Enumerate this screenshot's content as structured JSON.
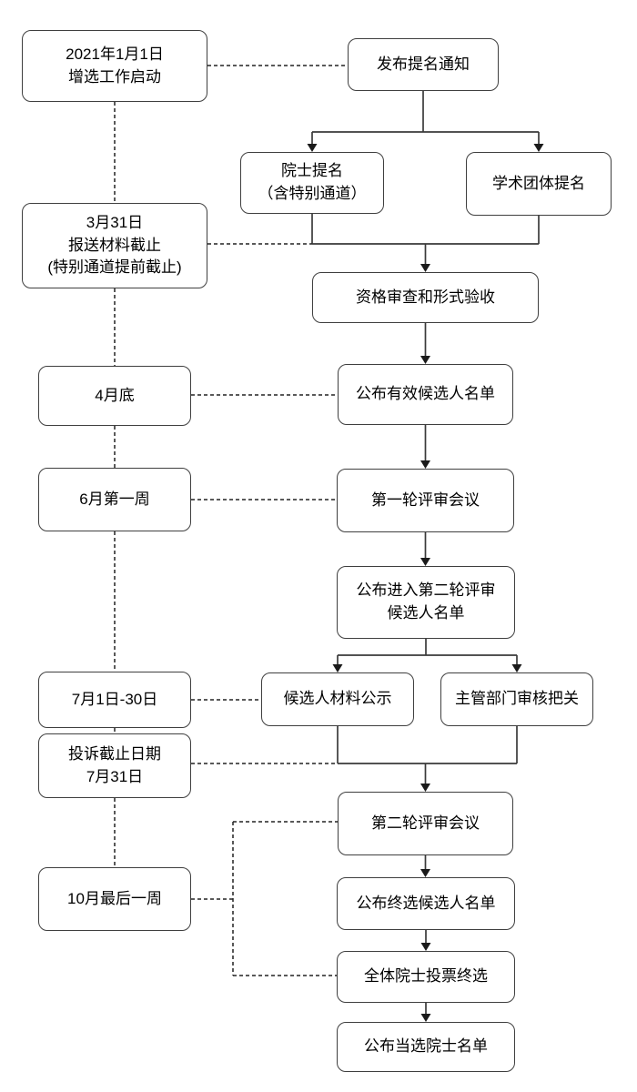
{
  "colors": {
    "background": "#ffffff",
    "box_border": "#3f3f3f",
    "solid_line": "#3a3a3a",
    "dashed_line": "#222222",
    "text": "#000000"
  },
  "timeline": {
    "start": "2021年1月1日\n增选工作启动",
    "materials_deadline": "3月31日\n报送材料截止\n(特别通道提前截止)",
    "end_of_april": "4月底",
    "first_week_june": "6月第一周",
    "july_1_30": "7月1日-30日",
    "complaint_deadline": "投诉截止日期\n7月31日",
    "last_week_october": "10月最后一周"
  },
  "process": {
    "publish_notice": "发布提名通知",
    "academician_nomination": "院士提名\n（含特别通道）",
    "academic_society_nomination": "学术团体提名",
    "qualification_review": "资格审查和形式验收",
    "announce_valid_candidates": "公布有效候选人名单",
    "first_round_review": "第一轮评审会议",
    "announce_second_round": "公布进入第二轮评审\n候选人名单",
    "candidate_material_publicity": "候选人材料公示",
    "authority_review": "主管部门审核把关",
    "second_round_review": "第二轮评审会议",
    "announce_final_candidates": "公布终选候选人名单",
    "all_academicians_vote": "全体院士投票终选",
    "announce_elected": "公布当选院士名单"
  }
}
